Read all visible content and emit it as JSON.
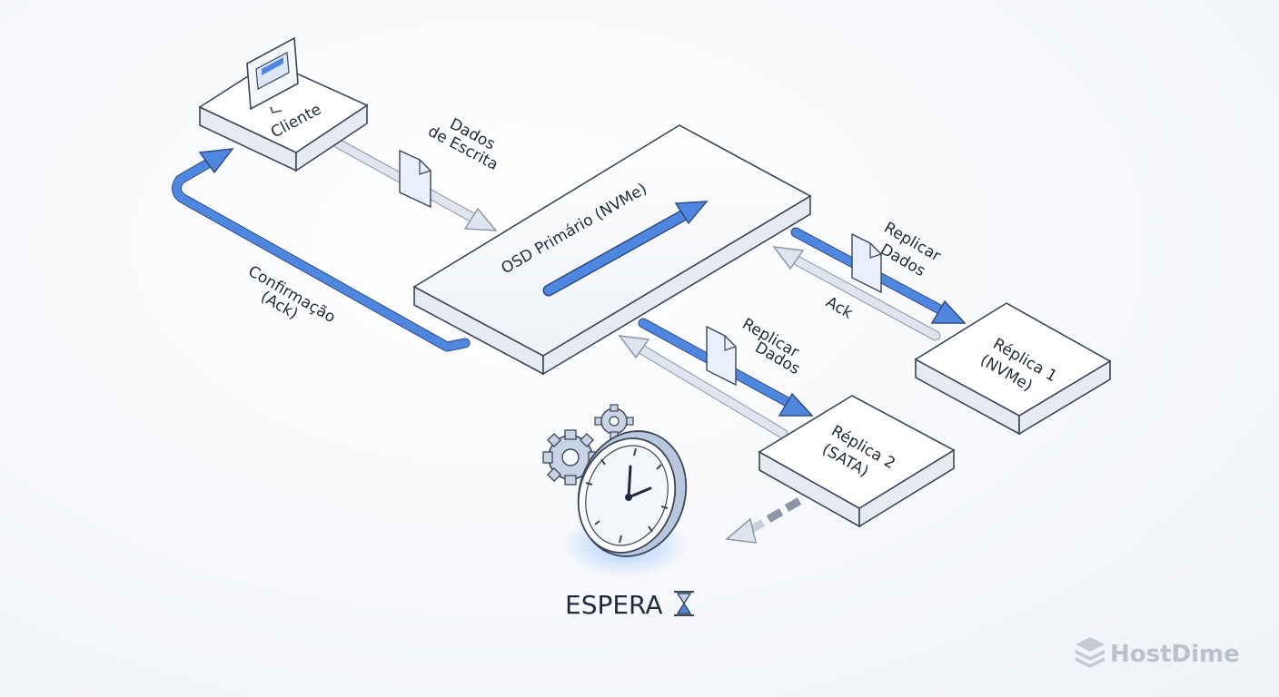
{
  "nodes": {
    "client": "Cliente",
    "primary": "OSD Primário (NVMe)",
    "replica1_line1": "Réplica 1",
    "replica1_line2": "(NVMe)",
    "replica2_line1": "Réplica 2",
    "replica2_line2": "(SATA)"
  },
  "edges": {
    "write_line1": "Dados",
    "write_line2": "de Escrita",
    "confirm_line1": "Confirmação",
    "confirm_line2": "(Ack)",
    "replicate1_line1": "Replicar",
    "replicate1_line2": "Dados",
    "ack1": "Ack",
    "replicate2_line1": "Replicar",
    "replicate2_line2": "Dados"
  },
  "wait": {
    "label": "ESPERA",
    "clock_icon": "clock-icon",
    "gears_icon": "gears-icon",
    "hourglass_icon": "hourglass-icon"
  },
  "brand": {
    "name": "HostDime",
    "logo_icon": "server-stack-icon"
  },
  "colors": {
    "accent": "#4f86e0",
    "outline": "#3b4656",
    "muted": "#8c96a6"
  }
}
